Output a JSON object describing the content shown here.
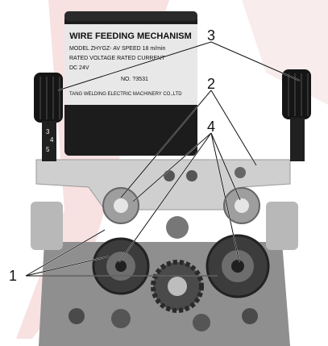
{
  "callouts": {
    "c1": "1",
    "c2": "2",
    "c3": "3",
    "c4": "4"
  },
  "motor_label": {
    "title": "WIRE FEEDING MECHANISM",
    "line1": "MODEL  ZHYGZ-  AV   SPEED 18 m/min",
    "line2": "RATED VOLTAGE      RATED CURRENT",
    "line3": "DC 24V",
    "line4": "NO.  ?3531",
    "line5": "TANG WELDING ELECTRIC MACHINERY CO.,LTD"
  },
  "scale_marks": {
    "a": "3",
    "b": "4",
    "c": "5"
  },
  "colors": {
    "watermark": "#f3c9c9",
    "metal": "#c9c9c9",
    "motor": "#1a1a1a",
    "gear_dark": "#3a3a3a"
  }
}
